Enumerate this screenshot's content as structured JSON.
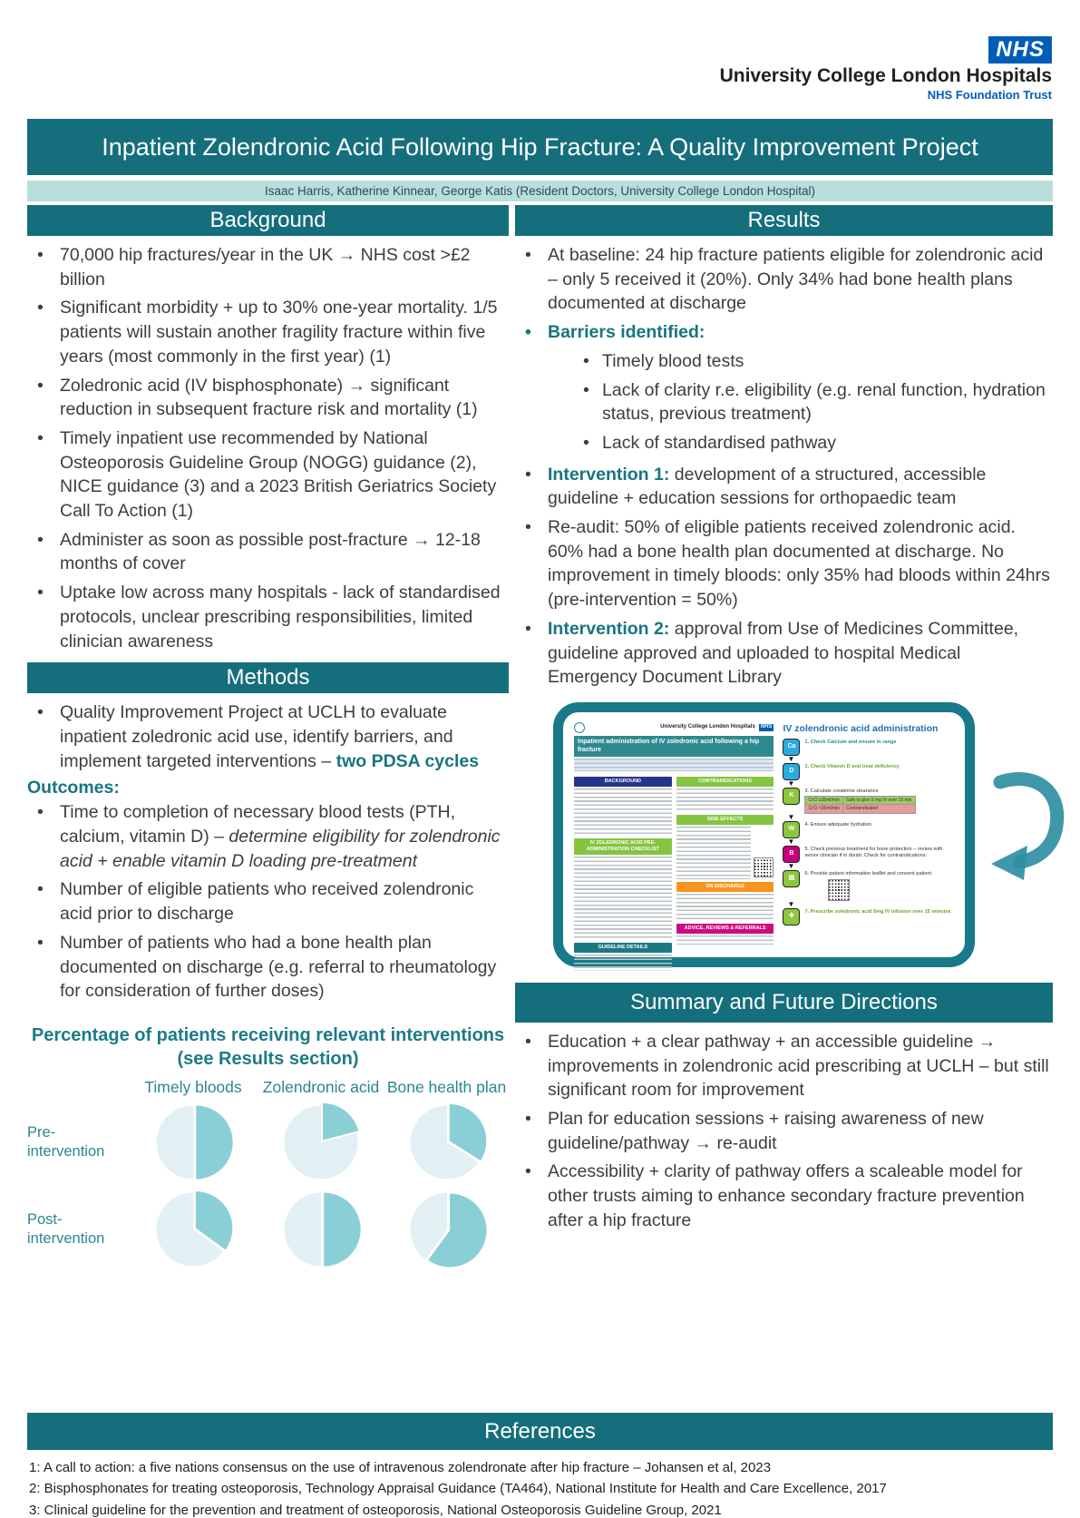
{
  "header": {
    "nhs_logo": "NHS",
    "org_name": "University College London Hospitals",
    "org_sub": "NHS Foundation Trust"
  },
  "title_bar": {
    "title": "Inpatient Zolendronic Acid Following Hip Fracture: A Quality Improvement Project"
  },
  "authors": "Isaac Harris, Katherine Kinnear, George Katis (Resident Doctors, University College London Hospital)",
  "background": {
    "heading": "Background",
    "bullets": [
      "70,000 hip fractures/year in the UK → NHS cost >£2 billion",
      "Significant morbidity + up to 30% one-year mortality. 1/5 patients will sustain another fragility fracture within five years (most commonly in the first year) (1)",
      "Zoledronic acid (IV bisphosphonate) → significant reduction in subsequent fracture risk and mortality (1)",
      "Timely inpatient use recommended by National Osteoporosis Guideline Group (NOGG) guidance (2), NICE guidance (3) and a 2023 British Geriatrics Society Call To Action (1)",
      "Administer as soon as possible post-fracture → 12-18 months of cover",
      "Uptake low across many hospitals - lack of standardised protocols, unclear prescribing responsibilities, limited clinician awareness"
    ]
  },
  "methods": {
    "heading": "Methods",
    "bullet1_text": "Quality Improvement Project at UCLH to evaluate inpatient zoledronic acid use, identify barriers, and implement targeted interventions – ",
    "bullet1_em": "two PDSA cycles",
    "outcomes_label": "Outcomes:",
    "outcome1_text": "Time to completion of necessary blood tests (PTH, calcium, vitamin D) – ",
    "outcome1_italic": "determine eligibility for zolendronic acid + enable vitamin D loading pre-treatment",
    "outcome2": "Number of eligible patients who received zolendronic acid prior to discharge",
    "outcome3": "Number of patients who had a bone health plan documented on discharge (e.g. referral to rheumatology for consideration of further doses)"
  },
  "results": {
    "heading": "Results",
    "baseline": "At baseline: 24 hip fracture patients eligible for zolendronic acid – only 5 received it (20%). Only 34% had bone health plans documented at discharge",
    "barriers_label": "Barriers identified:",
    "barriers": [
      "Timely blood tests",
      "Lack of clarity r.e. eligibility (e.g. renal function, hydration status, previous treatment)",
      "Lack of standardised pathway"
    ],
    "intervention1_lead": "Intervention 1:",
    "intervention1_text": " development of a structured, accessible guideline + education sessions for orthopaedic team",
    "reaudit": "Re-audit: 50% of eligible patients received zolendronic acid. 60% had a bone health plan documented at discharge. No improvement in timely bloods: only 35% had bloods within 24hrs (pre-intervention = 50%)",
    "intervention2_lead": "Intervention 2:",
    "intervention2_text": " approval from Use of Medicines Committee, guideline approved and uploaded to hospital Medical Emergency Document Library"
  },
  "guideline_figure": {
    "left_page": {
      "org": "University College London Hospitals",
      "title": "Inpatient administration of IV zoledronic acid following a hip fracture",
      "sections": [
        "BACKGROUND",
        "CONTRAINDICATIONS",
        "SIDE EFFECTS",
        "IV ZOLEDRONIC ACID PRE-ADMINISTRATION CHECKLIST",
        "ON DISCHARGE",
        "ADVICE, REVIEWS & REFERRALS"
      ],
      "details_header": "GUIDELINE DETAILS"
    },
    "right_page": {
      "title": "IV zolendronic acid administration",
      "steps": [
        {
          "icon": "calcium-icon",
          "glyph": "Ca",
          "label": "1. Check Calcium and ensure in range"
        },
        {
          "icon": "vitamin-d-icon",
          "glyph": "D",
          "label": "2. Check Vitamin D and treat deficiency"
        },
        {
          "icon": "kidneys-icon",
          "glyph": "K",
          "label": "3. Calculate creatinine clearance"
        },
        {
          "icon": "hydration-icon",
          "glyph": "W",
          "label": "4. Ensure adequate hydration"
        },
        {
          "icon": "bone-icon",
          "glyph": "B",
          "label": "5. Check previous treatment for bone protection – review with senior clinician if in doubt. Check for contraindications:"
        },
        {
          "icon": "leaflet-icon",
          "glyph": "▤",
          "label": "6. Provide patient information leaflet and consent patient"
        },
        {
          "icon": "syringe-icon",
          "glyph": "✚",
          "label": "7. Prescribe zoledronic acid 5mg IV infusion over 15 minutes"
        }
      ],
      "crcl_table": {
        "row1_col1": "CrCl ≥35ml/min",
        "row1_col2": "Safe to give 5 mg IV over 15 min",
        "row2_col1": "CrCl <35ml/min",
        "row2_col2": "Contraindicated"
      }
    }
  },
  "figure": {
    "title": "Percentage of patients receiving relevant interventions (see Results section)",
    "row1_label": "Pre-intervention",
    "row2_label": "Post-intervention"
  },
  "chart_data": {
    "type": "pie",
    "title": "Percentage of patients receiving relevant interventions (see Results section)",
    "columns": [
      "Timely bloods",
      "Zolendronic acid",
      "Bone health plan"
    ],
    "rows": [
      "Pre-intervention",
      "Post-intervention"
    ],
    "values_pct": [
      [
        50,
        21,
        34
      ],
      [
        35,
        50,
        60
      ]
    ],
    "slice_color": "#8bcfd6",
    "remainder_color": "#e2f0f3",
    "legend": "dark slice = % of patients receiving intervention, starts at 12 o'clock clockwise"
  },
  "summary": {
    "heading": "Summary and Future Directions",
    "bullets": [
      "Education + a clear pathway + an accessible guideline → improvements in zolendronic acid prescribing at UCLH – but still significant room for improvement",
      "Plan for education sessions + raising awareness of new guideline/pathway → re-audit",
      "Accessibility + clarity of pathway offers a scaleable model for other trusts aiming to enhance secondary fracture prevention after a hip fracture"
    ]
  },
  "references": {
    "heading": "References",
    "items": [
      "1: A call to action: a five nations consensus on the use of intravenous zolendronate after hip fracture – Johansen et al, 2023",
      "2: Bisphosphonates for treating osteoporosis, Technology Appraisal Guidance (TA464), National Institute for Health and Care Excellence, 2017",
      "3: Clinical guideline for the prevention and treatment of osteoporosis, National Osteoporosis Guideline Group, 2021"
    ]
  },
  "colors": {
    "teal_bar": "#156e7c",
    "teal_accent": "#17757f",
    "authors_band": "#b9dedb",
    "nhs_blue": "#005EB8",
    "pie_slice": "#8bcfd6",
    "pie_remainder": "#e2f0f3"
  }
}
